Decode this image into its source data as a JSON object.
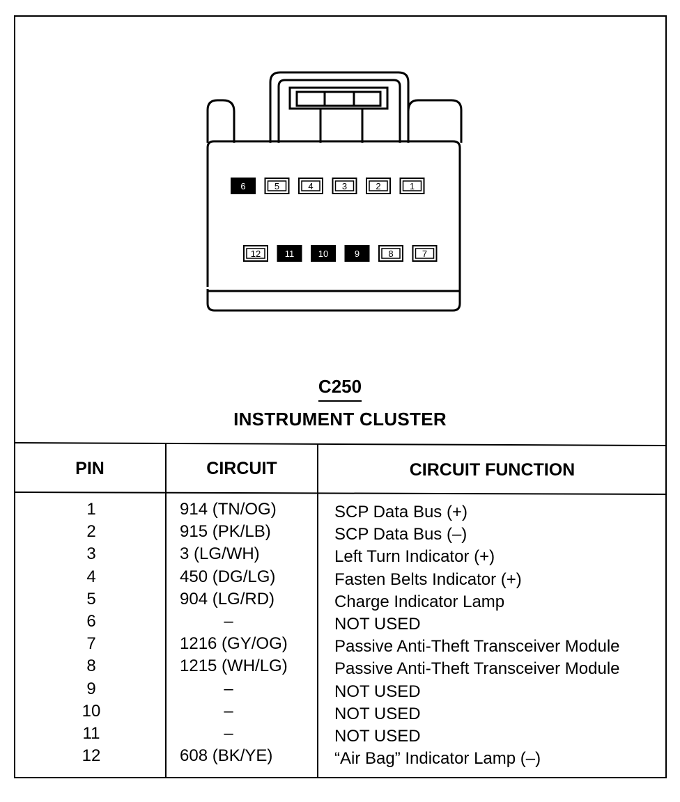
{
  "connector": {
    "top_row": [
      {
        "pin": "6",
        "used": false
      },
      {
        "pin": "5",
        "used": true
      },
      {
        "pin": "4",
        "used": true
      },
      {
        "pin": "3",
        "used": true
      },
      {
        "pin": "2",
        "used": true
      },
      {
        "pin": "1",
        "used": true
      }
    ],
    "bottom_row": [
      {
        "pin": "12",
        "used": true
      },
      {
        "pin": "11",
        "used": false
      },
      {
        "pin": "10",
        "used": false
      },
      {
        "pin": "9",
        "used": false
      },
      {
        "pin": "8",
        "used": true
      },
      {
        "pin": "7",
        "used": true
      }
    ]
  },
  "title": {
    "connector_id": "C250",
    "connector_name": "INSTRUMENT CLUSTER"
  },
  "table": {
    "headers": [
      "PIN",
      "CIRCUIT",
      "CIRCUIT FUNCTION"
    ],
    "rows": [
      {
        "pin": "1",
        "circuit": "914 (TN/OG)",
        "function": "SCP Data Bus (+)"
      },
      {
        "pin": "2",
        "circuit": "915 (PK/LB)",
        "function": "SCP Data Bus (–)"
      },
      {
        "pin": "3",
        "circuit": "3 (LG/WH)",
        "function": "Left Turn Indicator (+)"
      },
      {
        "pin": "4",
        "circuit": "450 (DG/LG)",
        "function": "Fasten Belts Indicator (+)"
      },
      {
        "pin": "5",
        "circuit": "904 (LG/RD)",
        "function": "Charge Indicator Lamp"
      },
      {
        "pin": "6",
        "circuit": "–",
        "function": "NOT USED"
      },
      {
        "pin": "7",
        "circuit": "1216 (GY/OG)",
        "function": "Passive Anti-Theft Transceiver Module"
      },
      {
        "pin": "8",
        "circuit": "1215 (WH/LG)",
        "function": "Passive Anti-Theft Transceiver Module"
      },
      {
        "pin": "9",
        "circuit": "–",
        "function": "NOT USED"
      },
      {
        "pin": "10",
        "circuit": "–",
        "function": "NOT USED"
      },
      {
        "pin": "11",
        "circuit": "–",
        "function": "NOT USED"
      },
      {
        "pin": "12",
        "circuit": "608 (BK/YE)",
        "function": "“Air Bag” Indicator Lamp (–)"
      }
    ]
  }
}
